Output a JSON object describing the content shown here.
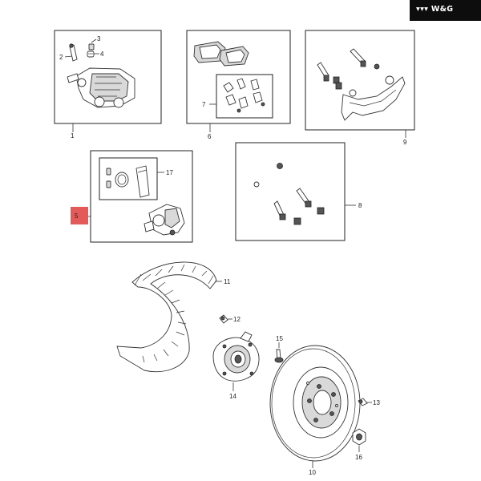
{
  "brand": {
    "logo_text": "W&G",
    "bar_color": "#0d0d0d"
  },
  "highlight_color": "#e35a5a",
  "callouts": {
    "c1": "1",
    "c2": "2",
    "c3": "3",
    "c4": "4",
    "c5": "5",
    "c6": "6",
    "c7": "7",
    "c8": "8",
    "c9": "9",
    "c10": "10",
    "c11": "11",
    "c12": "12",
    "c13": "13",
    "c14": "14",
    "c15": "15",
    "c16": "16",
    "c17": "17"
  },
  "highlighted_callout": "5"
}
